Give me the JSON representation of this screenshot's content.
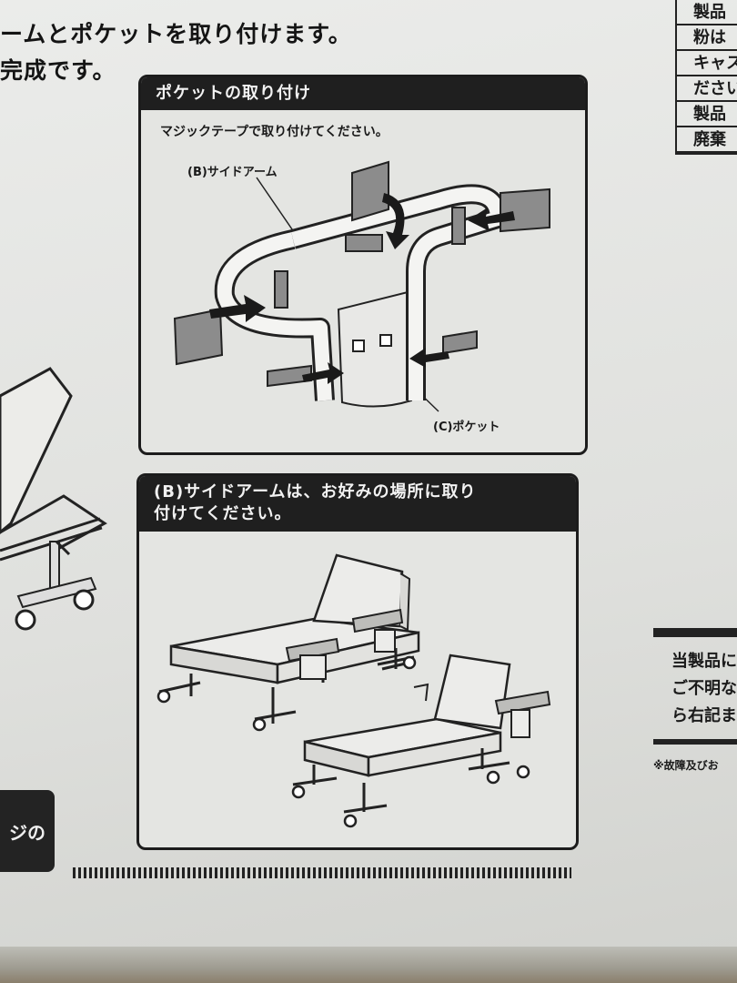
{
  "heading": {
    "line1": "ームとポケットを取り付けます。",
    "line2": "完成です。"
  },
  "panel_pocket": {
    "title": "ポケットの取り付け",
    "instruction": "マジックテープで取り付けてください。",
    "label_side_arm": "(B)サイドアーム",
    "label_pocket": "(C)ポケット"
  },
  "panel_arm": {
    "title_line1": "(B)サイドアームは、お好みの場所に取り",
    "title_line2": "付けてください。"
  },
  "left_tab": {
    "text": "ジの"
  },
  "right_table": {
    "rows": [
      "製品",
      "粉は",
      "キャス",
      "ださい",
      "製品",
      "廃棄"
    ]
  },
  "right_notice": {
    "line1": "当製品に",
    "line2": "ご不明な",
    "line3": "ら右記ま",
    "footnote": "※故障及びお"
  }
}
